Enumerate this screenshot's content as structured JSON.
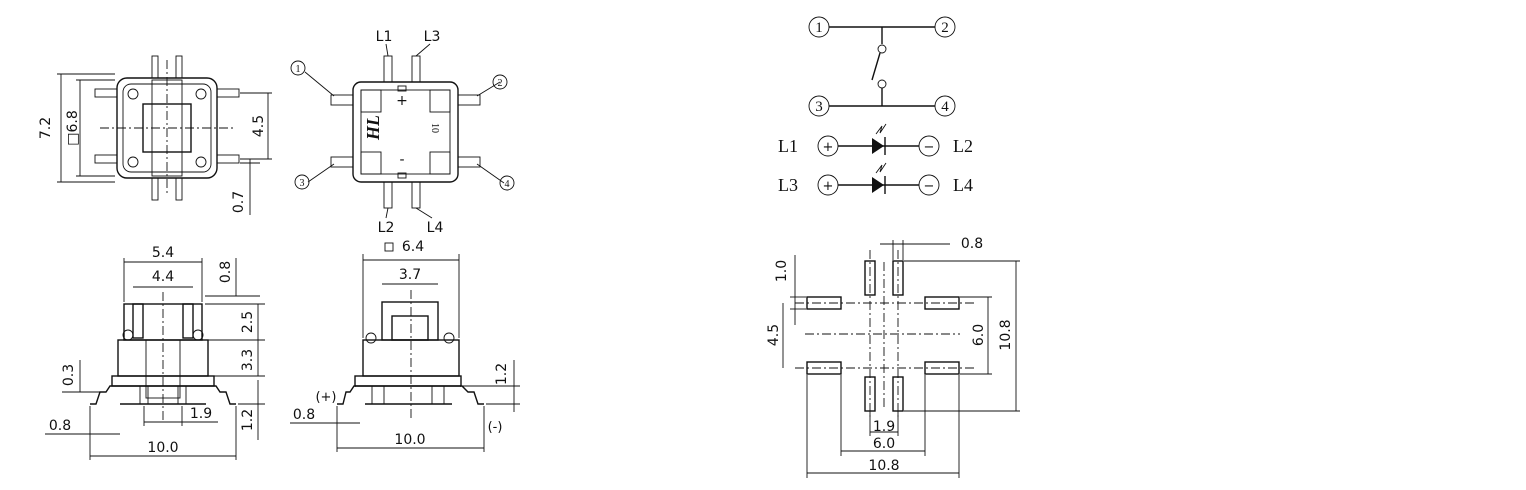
{
  "top_view": {
    "dim_height_outer": "7.2",
    "dim_height_body": "□6.8",
    "dim_pin_pitch": "4.5",
    "dim_pin_width": "0.7"
  },
  "bottom_view": {
    "pin_numbers": [
      "1",
      "2",
      "3",
      "4"
    ],
    "led_labels": [
      "L1",
      "L3",
      "L2",
      "L4"
    ],
    "marking_logo": "HL",
    "marking_plus": "+",
    "marking_minus": "-",
    "marking_code": "10"
  },
  "front_view": {
    "dim_top_width": "5.4",
    "dim_stem_width": "4.4",
    "dim_cap_top": "0.8",
    "dim_stem_height": "2.5",
    "dim_body_height": "3.3",
    "dim_lead_thickness": "0.3",
    "dim_lead_offset": "0.8",
    "dim_total_width": "10.0",
    "dim_lead_pitch": "1.9",
    "dim_lead_height": "1.2"
  },
  "side_view": {
    "dim_body_square": "6.4",
    "dim_stem": "3.7",
    "dim_lead_height": "1.2",
    "dim_lead_offset": "0.8",
    "dim_total_width": "10.0",
    "polarity_plus": "(+)",
    "polarity_minus": "(-)"
  },
  "schematic": {
    "switch_pins": [
      "1",
      "2",
      "3",
      "4"
    ],
    "led_rows": [
      {
        "left": "L1",
        "right": "L2",
        "plus": "+",
        "minus": "−"
      },
      {
        "left": "L3",
        "right": "L4",
        "plus": "+",
        "minus": "−"
      }
    ]
  },
  "pcb_layout": {
    "dim_pad_width": "0.8",
    "dim_pad_length": "1.0",
    "dim_row_spacing": "4.5",
    "dim_inner_span": "6.0",
    "dim_outer_span": "10.8",
    "dim_led_pitch": "1.9",
    "dim_inner_width": "6.0",
    "dim_outer_width": "10.8"
  }
}
